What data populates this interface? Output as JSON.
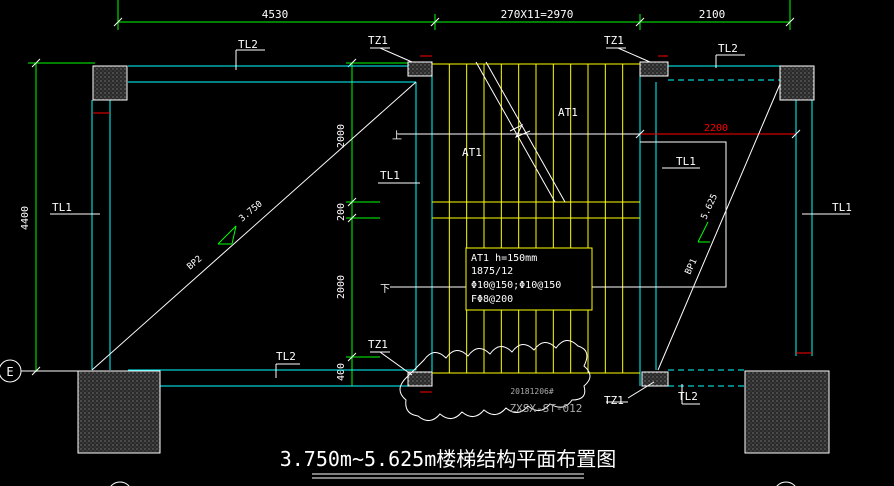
{
  "dimensions": {
    "top_left": "4530",
    "top_mid": "270X11=2970",
    "top_right": "2100",
    "left_total": "4400",
    "mid_upper": "2000",
    "mid_gap": "200",
    "mid_lower": "2000",
    "mid_bottom": "400",
    "red_dim": "2200"
  },
  "labels": {
    "tz1": "TZ1",
    "tl1": "TL1",
    "tl2": "TL2",
    "at1": "AT1",
    "up": "上",
    "down": "下",
    "bp2": "BP2",
    "bp1": "BP1",
    "slope_left": "3.750",
    "slope_right": "5.625",
    "axis_e": "E"
  },
  "note_box": {
    "line1": "AT1 h=150mm",
    "line2": "1875/12",
    "line3": "Φ10@150;Φ10@150",
    "line4": "FΦ8@200"
  },
  "revision": {
    "date": "20181206#",
    "code": "ZXSX-ST-012"
  },
  "title": "3.750m~5.625m楼梯结构平面布置图",
  "colors": {
    "background": "#000000",
    "dim": "#00ff00",
    "beam": "#00ffff",
    "stair": "#ffff00",
    "text": "#ffffff",
    "red": "#ff0000",
    "column": "#808080"
  }
}
